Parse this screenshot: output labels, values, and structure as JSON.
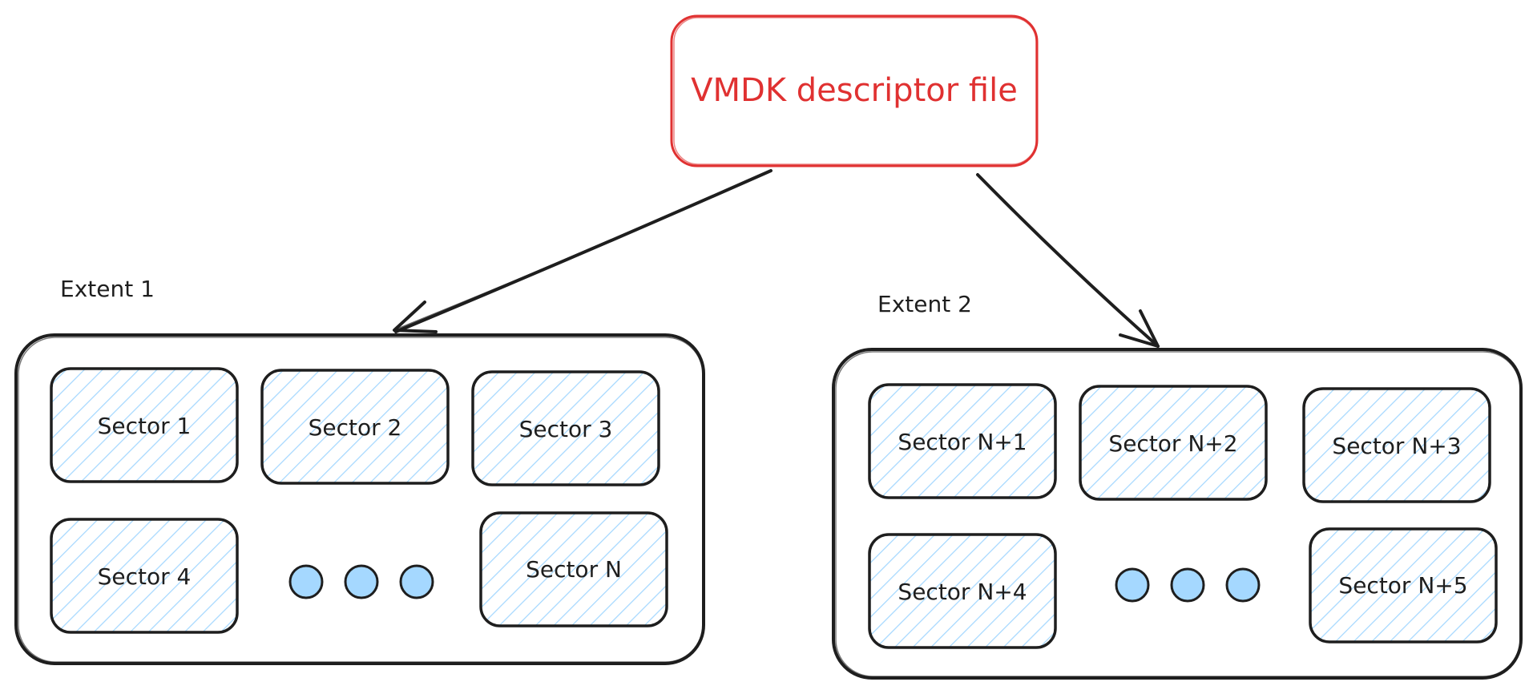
{
  "colors": {
    "stroke": "#1e1e1e",
    "descriptor_stroke": "#e03131",
    "descriptor_text": "#e03131",
    "sector_hatch": "#a5d8ff",
    "dot_fill": "#a5d8ff"
  },
  "descriptor": {
    "label": "VMDK descriptor file"
  },
  "extents": [
    {
      "label": "Extent 1",
      "sectors": [
        "Sector 1",
        "Sector 2",
        "Sector 3",
        "Sector 4",
        "Sector N"
      ],
      "ellipsis_dots": 3
    },
    {
      "label": "Extent 2",
      "sectors": [
        "Sector N+1",
        "Sector N+2",
        "Sector N+3",
        "Sector N+4",
        "Sector N+5"
      ],
      "ellipsis_dots": 3
    }
  ]
}
